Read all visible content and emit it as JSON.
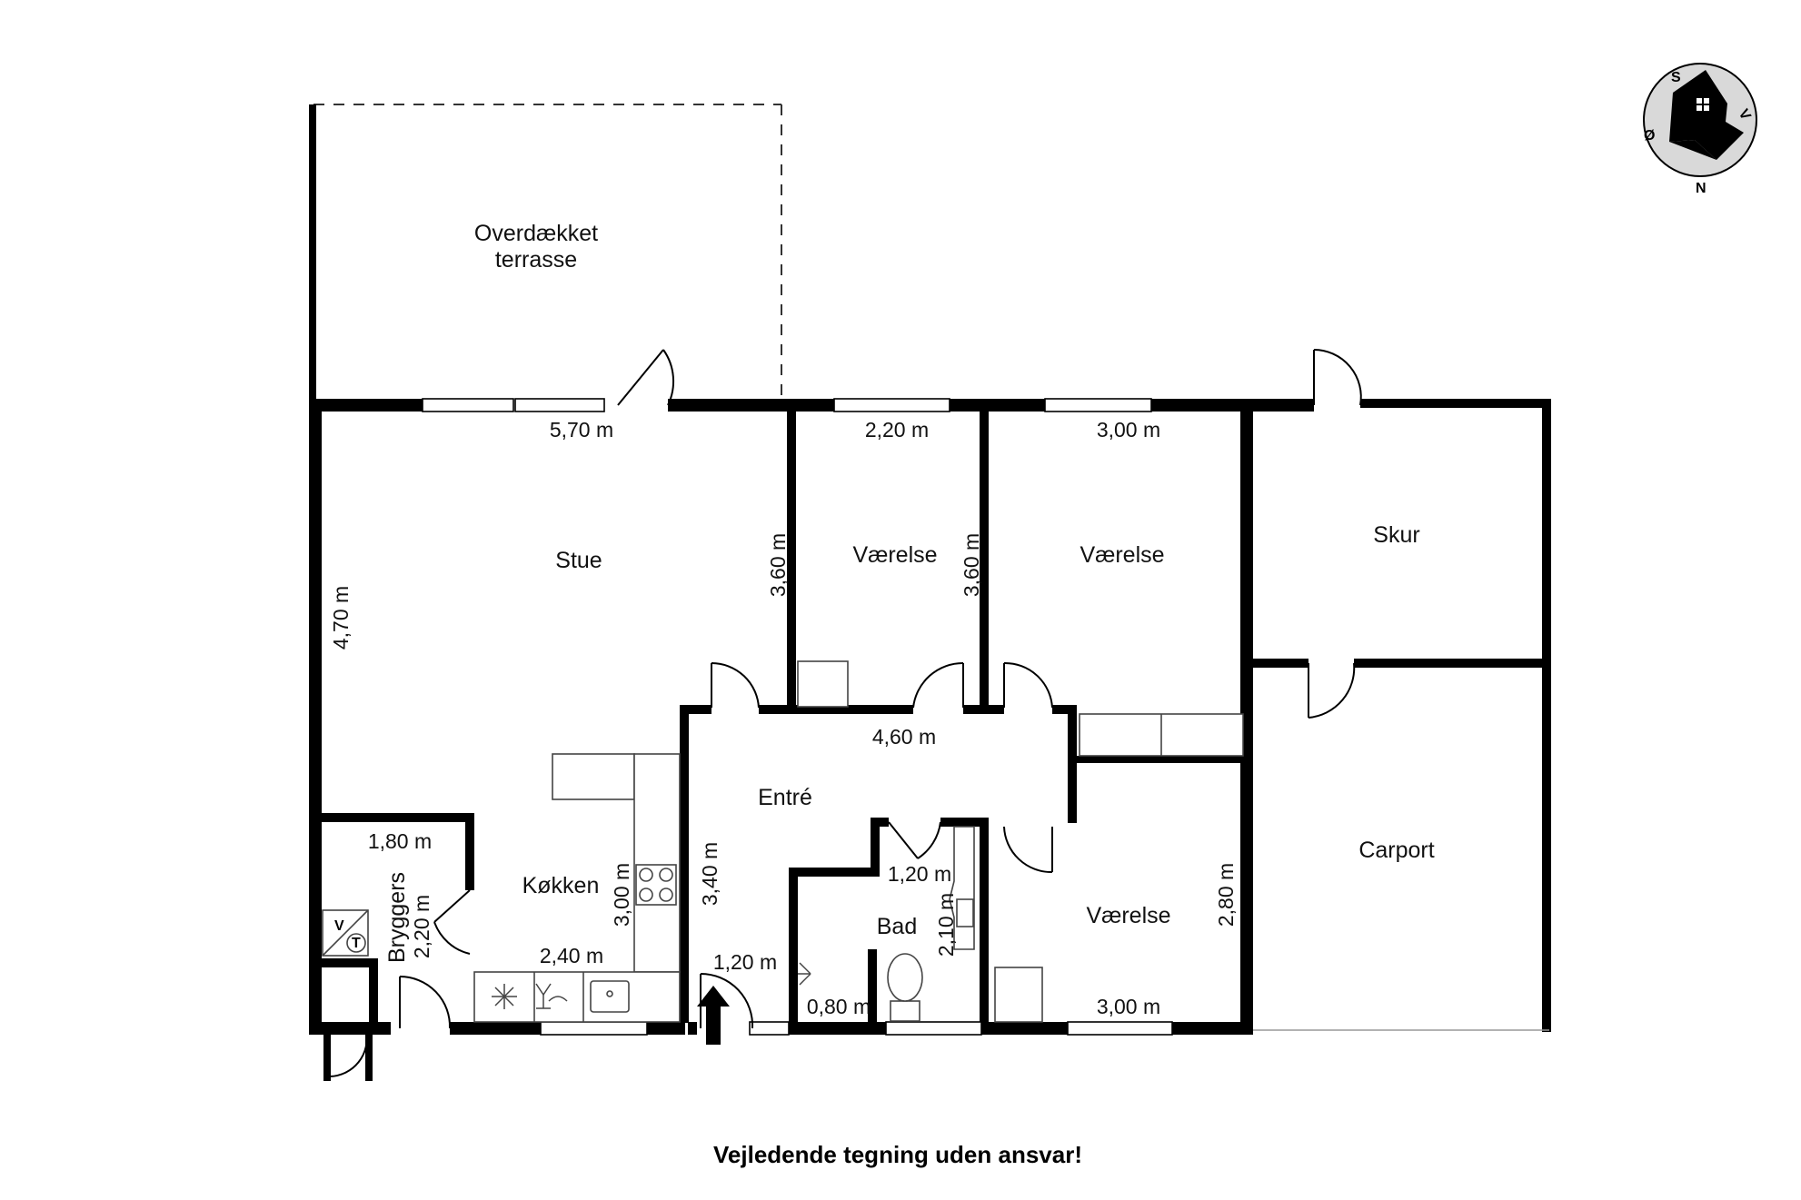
{
  "rooms": {
    "terrace_line1": "Overdækket",
    "terrace_line2": "terrasse",
    "stue": "Stue",
    "vaerelse_1": "Værelse",
    "vaerelse_2": "Værelse",
    "vaerelse_3": "Værelse",
    "skur": "Skur",
    "carport": "Carport",
    "entre": "Entré",
    "koekken": "Køkken",
    "bryggers": "Bryggers",
    "bad": "Bad"
  },
  "dimensions": {
    "stue_width": "5,70 m",
    "stue_height": "4,70 m",
    "stue_side": "3,60 m",
    "vaerelse1_width": "2,20 m",
    "vaerelse2_width": "3,00 m",
    "vaerelse2_side": "3,60 m",
    "hall_width": "4,60 m",
    "bryggers_width": "1,80 m",
    "bryggers_height": "2,20 m",
    "koekken_side": "3,00 m",
    "koekken_width": "2,40 m",
    "entre_side": "3,40 m",
    "entre_width": "1,20 m",
    "bad_width": "1,20 m",
    "bad_side": "2,10 m",
    "wc_width": "0,80 m",
    "vaerelse3_side": "2,80 m",
    "vaerelse3_width": "3,00 m"
  },
  "appliances": {
    "washer": "V",
    "dryer": "T"
  },
  "compass": {
    "north": "N",
    "south": "S",
    "east": "Ø",
    "west": "V"
  },
  "caption": "Vejledende tegning uden ansvar!"
}
